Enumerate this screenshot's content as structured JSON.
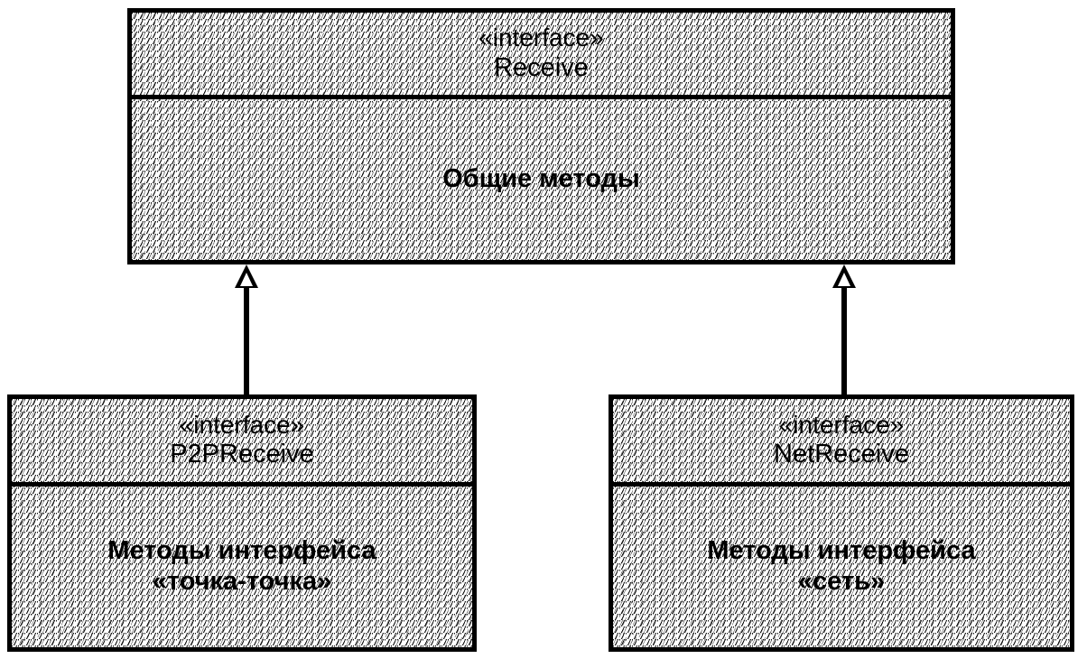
{
  "diagram": {
    "kind": "uml-class-diagram",
    "title": "Receive interface hierarchy",
    "colors": {
      "line": "#000000",
      "fill": "#ffffff",
      "text": "#000000"
    },
    "nodes": [
      {
        "id": "receive",
        "stereotype": "«interface»",
        "name": "Receive",
        "body_lines": [
          "Общие методы"
        ]
      },
      {
        "id": "p2preceive",
        "stereotype": "«interface»",
        "name": "P2PReceive",
        "body_lines": [
          "Методы интерфейса",
          "«точка-точка»"
        ]
      },
      {
        "id": "netreceive",
        "stereotype": "«interface»",
        "name": "NetReceive",
        "body_lines": [
          "Методы интерфейса",
          "«сеть»"
        ]
      }
    ],
    "edges": [
      {
        "id": "gen-p2p",
        "type": "generalization",
        "from": "p2preceive",
        "to": "receive"
      },
      {
        "id": "gen-net",
        "type": "generalization",
        "from": "netreceive",
        "to": "receive"
      }
    ]
  }
}
